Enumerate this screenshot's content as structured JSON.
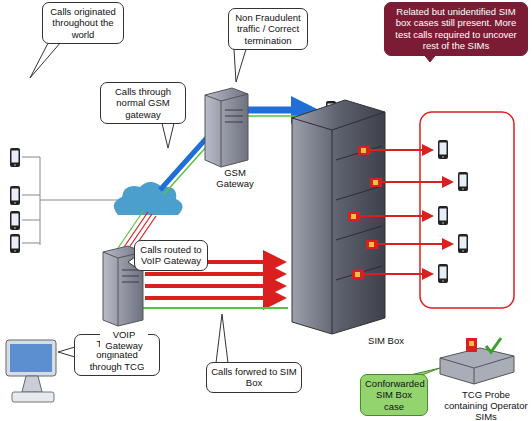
{
  "diagram": {
    "nodes": [
      {
        "text": [
          "Calls originated throughout the world"
        ]
      },
      {
        "text": [
          "Non Fraudulent traffic / Correct termination"
        ]
      },
      {
        "text": [
          "Related but unidentified SIM box cases still present. More test calls required to uncover rest of the SIMs"
        ]
      },
      {
        "text": [
          "Calls through normal GSM gateway"
        ]
      },
      {
        "text": [
          "Calls routed to VoIP Gateway"
        ]
      },
      {
        "text": [
          "Test Calls originated through TCG"
        ]
      },
      {
        "text": [
          "Calls forwred to SIM Box"
        ]
      },
      {
        "text": [
          "Conforwarded SIM Box case"
        ]
      }
    ],
    "labels": [
      "GSM Gateway",
      "VOIP Gateway",
      "SIM Box",
      "TCG Probe containing Operator SIMs"
    ]
  }
}
